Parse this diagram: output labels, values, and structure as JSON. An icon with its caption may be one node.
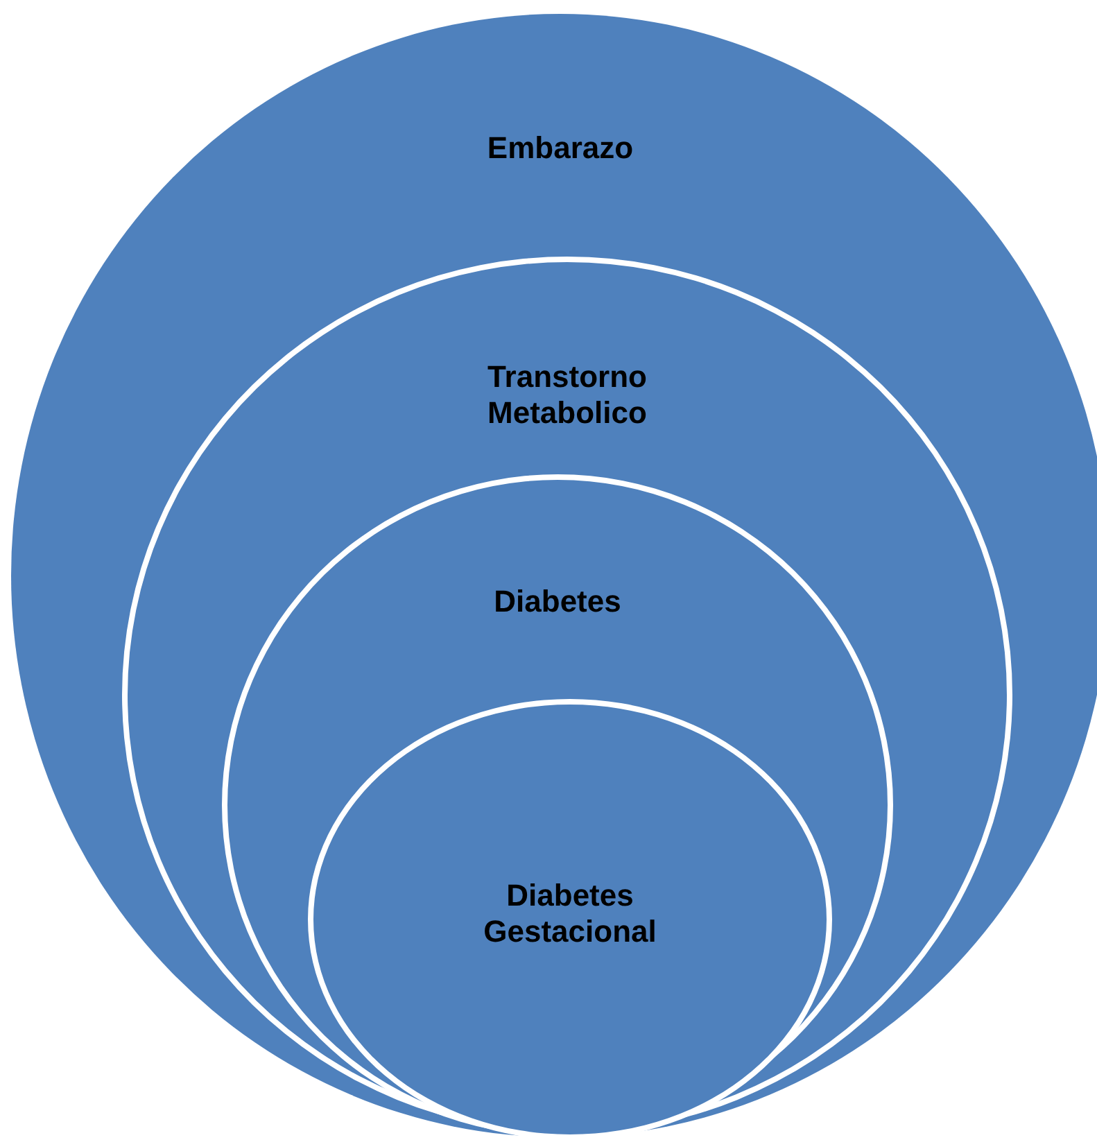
{
  "diagram": {
    "nodes": [
      {
        "text": [
          "Embarazo"
        ]
      },
      {
        "text": [
          "Transtorno Metabolico"
        ],
        "in": 0
      },
      {
        "text": [
          "Diabetes"
        ],
        "in": 1
      },
      {
        "text": [
          "Diabetes Gestacional"
        ],
        "in": 2
      }
    ]
  }
}
